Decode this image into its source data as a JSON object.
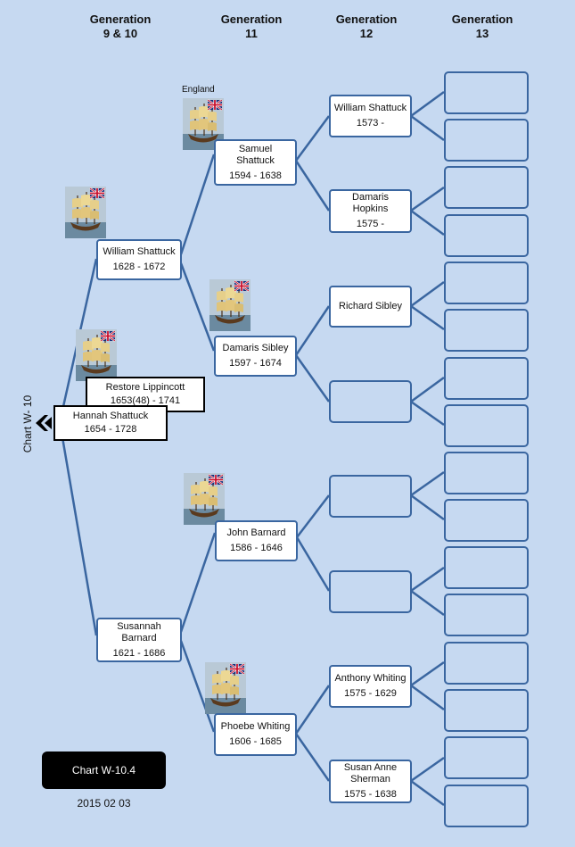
{
  "headers": {
    "gen9_10": "Generation\n9 & 10",
    "gen11": "Generation\n11",
    "gen12": "Generation\n12",
    "gen13": "Generation\n13"
  },
  "england_label": "England",
  "chart_vertical": "Chart  W- 10",
  "chart_badge": "Chart W-10.4",
  "date": "2015  02  03",
  "people": {
    "hannah": {
      "name": "Hannah Shattuck",
      "dates": "1654 - 1728"
    },
    "restore": {
      "name": "Restore Lippincott",
      "dates": "1653(48) - 1741"
    },
    "william_g10": {
      "name": "William Shattuck",
      "dates": "1628 - 1672"
    },
    "susannah": {
      "name": "Susannah\nBarnard",
      "dates": "1621 - 1686"
    },
    "samuel": {
      "name": "Samuel\nShattuck",
      "dates": "1594 - 1638"
    },
    "damaris_sibley": {
      "name": "Damaris Sibley",
      "dates": "1597 - 1674"
    },
    "john_barnard": {
      "name": "John Barnard",
      "dates": "1586 - 1646"
    },
    "phoebe": {
      "name": "Phoebe Whiting",
      "dates": "1606 - 1685"
    },
    "william_g12": {
      "name": "William Shattuck",
      "dates": "1573 -"
    },
    "damaris_hopkins": {
      "name": "Damaris\nHopkins",
      "dates": "1575 -"
    },
    "richard": {
      "name": "Richard Sibley",
      "dates": ""
    },
    "anthony": {
      "name": "Anthony Whiting",
      "dates": "1575 - 1629"
    },
    "susan": {
      "name": "Susan Anne\nSherman",
      "dates": "1575 - 1638"
    }
  },
  "colors": {
    "background": "#c6d9f1",
    "line": "#3a66a0",
    "box_border": "#3a66a0",
    "badge": "#000000"
  },
  "icons": [
    "ship-flag-icon",
    "chevron-left-icon"
  ]
}
